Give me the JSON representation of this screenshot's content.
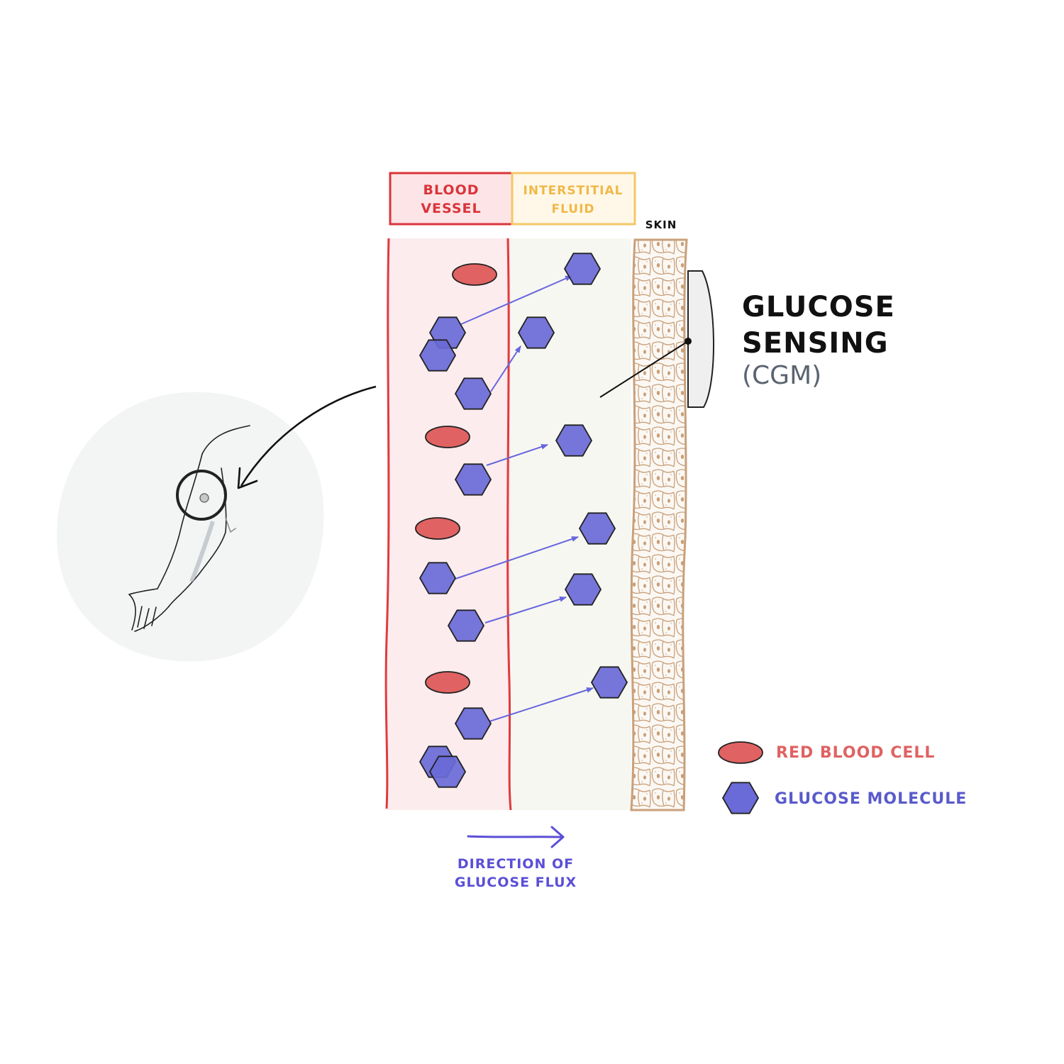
{
  "headers": {
    "blood_vessel": [
      "BLOOD",
      "VESSEL"
    ],
    "interstitial_fluid": [
      "INTERSTITIAL",
      "FLUID"
    ],
    "skin": "SKIN"
  },
  "sensor": {
    "title_line1": "GLUCOSE",
    "title_line2": "SENSING",
    "subtitle": "(CGM)"
  },
  "flux": {
    "line1": "DIRECTION OF",
    "line2": "GLUCOSE FLUX"
  },
  "legend": [
    {
      "icon": "red-blood-cell-icon",
      "label": "RED BLOOD CELL"
    },
    {
      "icon": "glucose-molecule-icon",
      "label": "GLUCOSE MOLECULE"
    }
  ],
  "colors": {
    "blood_red": "#e03a3e",
    "blood_fill": "#fcecee",
    "rbc": "#e06262",
    "fluid_yellow": "#f5c768",
    "fluid_fill": "#f7f7f2",
    "skin_tan": "#c9a07a",
    "glucose": "#6a6ad8",
    "glucose_arrow": "#6666dd",
    "flux_purple": "#5b4fd6",
    "legend_rbc_text": "#e06262",
    "legend_glucose_text": "#5a5acc"
  }
}
